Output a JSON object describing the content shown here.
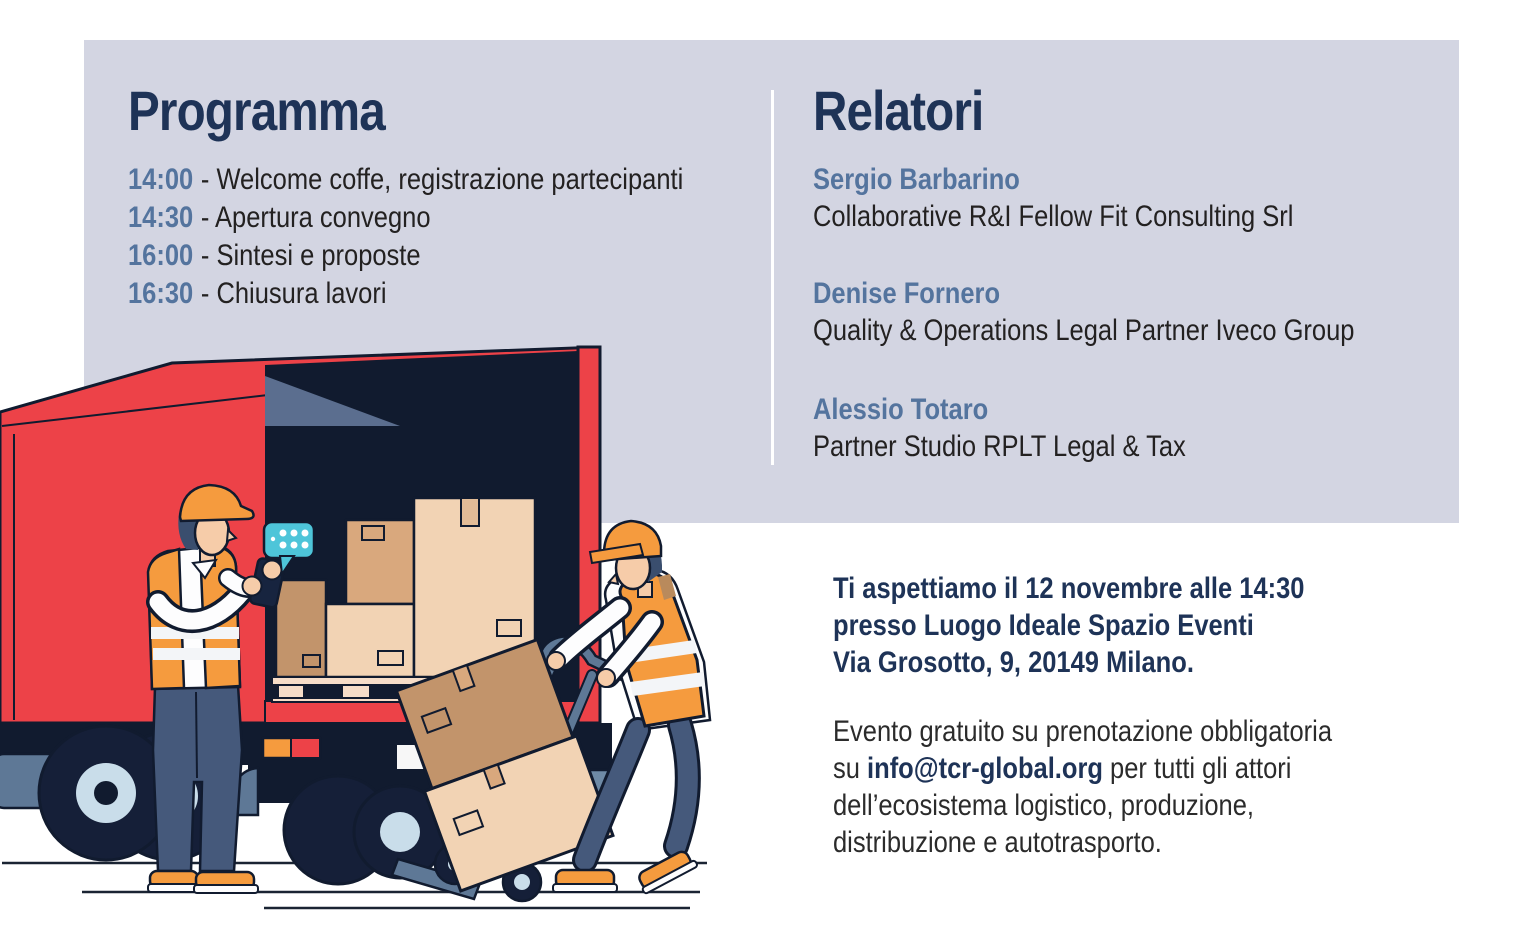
{
  "theme": {
    "heading_navy": "#1E3357",
    "accent_steel_blue": "#54749E",
    "body_ink": "#232121",
    "panel_lavender": "#D3D5E2",
    "divider": "#FFFFFF",
    "background": "#FFFFFF"
  },
  "panel": {
    "program": {
      "title": "Programma",
      "items": [
        {
          "time": "14:00",
          "text": "- Welcome coffe, registrazione partecipanti"
        },
        {
          "time": "14:30",
          "text": "- Apertura convegno"
        },
        {
          "time": "16:00",
          "text": "- Sintesi e proposte"
        },
        {
          "time": "16:30",
          "text": "- Chiusura lavori"
        }
      ]
    },
    "speakers": {
      "title": "Relatori",
      "items": [
        {
          "name": "Sergio Barbarino",
          "role": "Collaborative R&I Fellow Fit Consulting Srl"
        },
        {
          "name": "Denise Fornero",
          "role": "Quality & Operations Legal Partner Iveco Group"
        },
        {
          "name": "Alessio Totaro",
          "role": "Partner Studio RPLT Legal & Tax"
        }
      ]
    }
  },
  "details": {
    "invite_lines": [
      "Ti aspettiamo il 12 novembre alle 14:30",
      "presso Luogo Ideale Spazio Eventi",
      "Via Grosotto, 9, 20149 Milano."
    ],
    "info_line1": "Evento gratuito su prenotazione obbligatoria",
    "info_line2_prefix": "su ",
    "info_email": "info@tcr-global.org",
    "info_line2_suffix": " per tutti gli attori",
    "info_line3": "dell’ecosistema logistico, produzione,",
    "info_line4": "distribuzione e autotrasporto."
  },
  "illustration": {
    "label": "two-warehouse-workers-loading-red-truck",
    "colors": {
      "truck_red": "#ED4248",
      "outline_navy": "#111B2F",
      "vest_orange": "#F59B3E",
      "skin": "#F6CCA9",
      "pants_navy": "#45597B",
      "hair_navy": "#3A4E6E",
      "steel_frame": "#5E7896",
      "steel_light": "#8CA4BA",
      "wheel_rim": "#C9DDEA",
      "bubble_teal": "#4EC5D9",
      "box_light": "#F2D3B4",
      "box_mid": "#D9A87D",
      "box_deep": "#C2946B",
      "pallet": "#F6DDC8"
    }
  }
}
